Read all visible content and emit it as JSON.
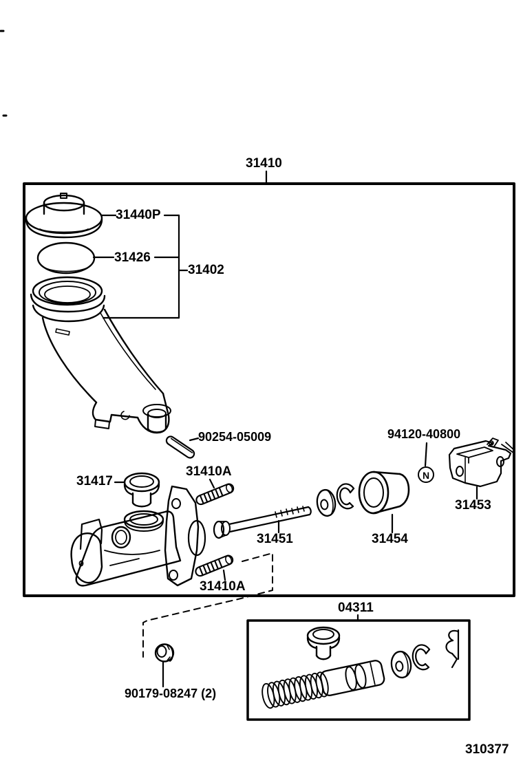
{
  "page": {
    "background": "#ffffff",
    "line_color": "#000000"
  },
  "labels": {
    "assembly": "31410",
    "cap": "31440P",
    "diaphragm": "31426",
    "reservoir_subassembly": "31402",
    "slotted_pin": "90254-05009",
    "grommet": "31417",
    "stud_upper": "31410A",
    "push_rod_bolt": "31451",
    "piston_bushing": "31454",
    "nut_code": "94120-40800",
    "nut_symbol": "N",
    "bracket_clamp": "31453",
    "stud_lower": "31410A",
    "repair_kit": "04311",
    "lock_nut": "90179-08247 (2)",
    "figure_code": "310377"
  }
}
